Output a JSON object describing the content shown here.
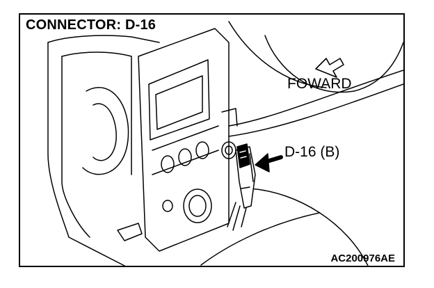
{
  "title": "CONNECTOR: D-16",
  "direction_label": "FOWARD",
  "connector_label": "D-16 (B)",
  "figure_code": "AC200976AE"
}
